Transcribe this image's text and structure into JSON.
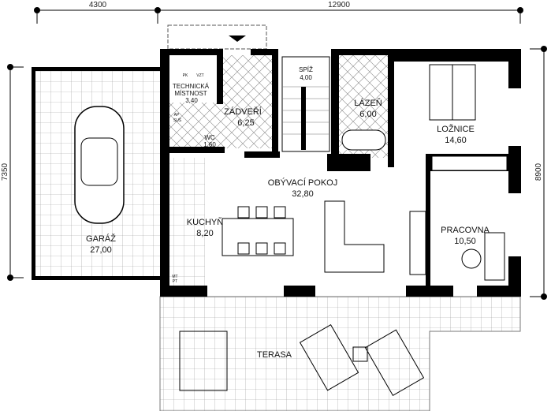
{
  "dimensions": {
    "top_left": "4300",
    "top_right": "12900",
    "left": "7350",
    "right": "8900"
  },
  "rooms": [
    {
      "name": "TECHNICKÁ",
      "name2": "MÍSTNOST",
      "area": "3,40"
    },
    {
      "name": "ZÁDVEŘÍ",
      "area": "6,25"
    },
    {
      "name": "WC",
      "area": "1,60"
    },
    {
      "name": "SPÍŽ",
      "area": "4,00"
    },
    {
      "name": "LÁZEŇ",
      "area": "6,00"
    },
    {
      "name": "LOŽNICE",
      "area": "14,60"
    },
    {
      "name": "OBÝVACÍ POKOJ",
      "area": "32,80"
    },
    {
      "name": "KUCHYŇ",
      "area": "8,20"
    },
    {
      "name": "PRACOVNA",
      "area": "10,50"
    },
    {
      "name": "GARÁŽ",
      "area": "27,00"
    },
    {
      "name": "TERASA"
    }
  ],
  "small_labels": {
    "pk": "PK",
    "vzt": "VZT",
    "ap": "AP",
    "sus": "SUŠ",
    "mt": "MT",
    "pt": "PT"
  },
  "colors": {
    "wall": "#000000",
    "tile": "#999999"
  }
}
